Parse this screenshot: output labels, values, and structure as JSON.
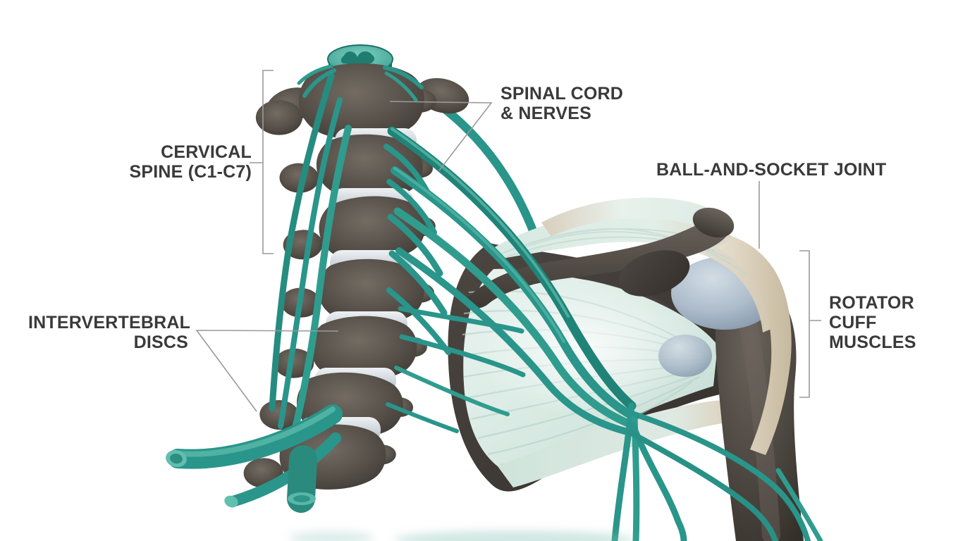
{
  "figure": {
    "alt": "3D medical illustration of the cervical spine, spinal cord and nerves connecting to the shoulder joint",
    "background": "#ffffff"
  },
  "labels": {
    "cervical_spine": {
      "line1": "CERVICAL",
      "line2": "SPINE (C1-C7)"
    },
    "spinal_cord_nerves": {
      "line1": "SPINAL CORD",
      "line2": "& NERVES"
    },
    "ball_and_socket_joint": {
      "line1": "BALL-AND-SOCKET JOINT"
    },
    "rotator_cuff_muscles": {
      "line1": "ROTATOR",
      "line2": "CUFF",
      "line3": "MUSCLES"
    },
    "intervertebral_discs": {
      "line1": "INTERVERTEBRAL",
      "line2": "DISCS"
    }
  },
  "colors": {
    "background": "#ffffff",
    "label_text": "#3a3a3a",
    "leader_line": "#9a9a9a",
    "nerve_teal": "#2a958a",
    "nerve_highlight": "#5fbfae",
    "nerve_shadow": "#1b6e63",
    "bone_dark": "#45403a",
    "bone_light": "#6e675f",
    "disc_gray_blue": "#c9d1d8",
    "muscle_mint": "#d9e9e3",
    "muscle_fiber": "#b7d2ca",
    "tendon_beige": "#ded5c4",
    "joint_ball_blue": "#aebccb"
  }
}
